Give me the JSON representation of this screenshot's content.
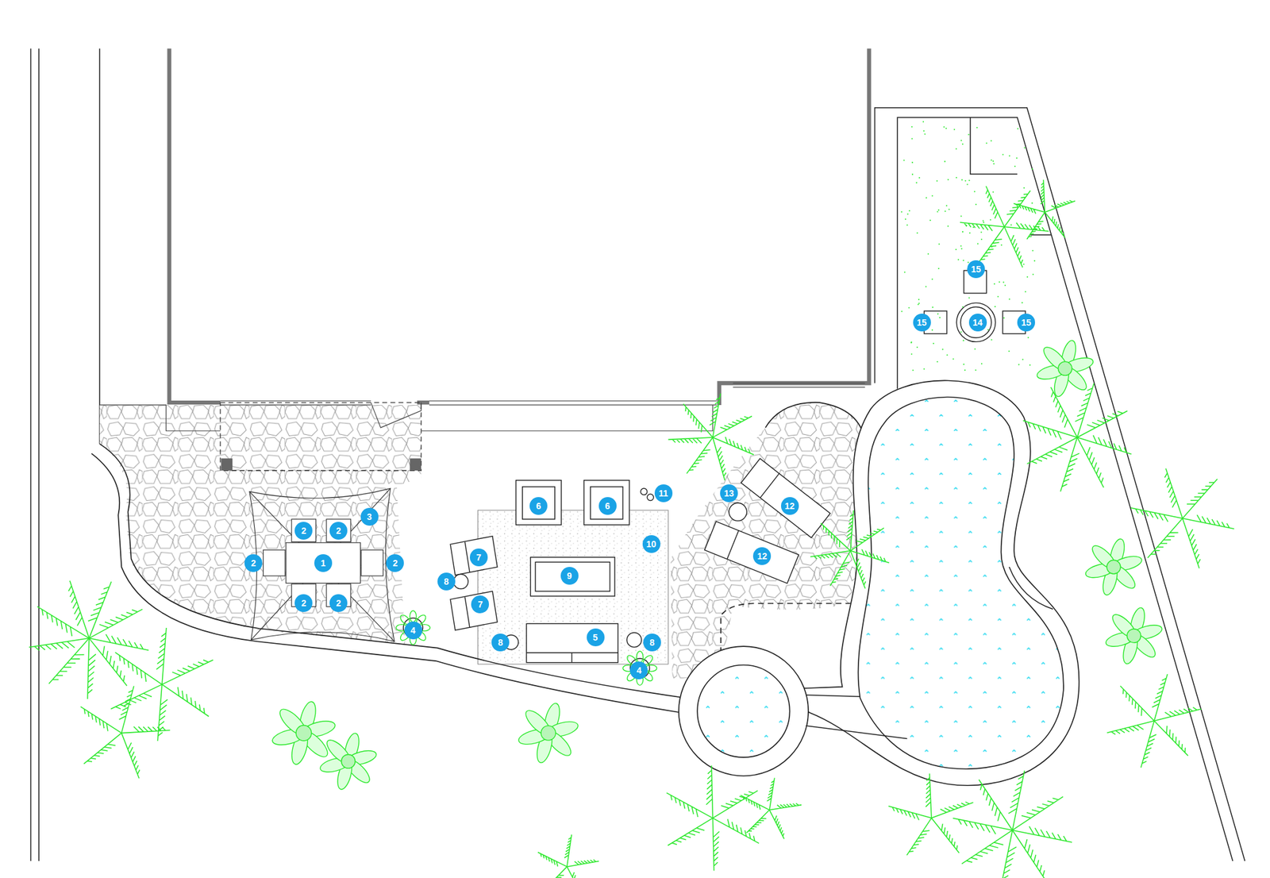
{
  "diagram": {
    "labels": [
      "15",
      "15",
      "14",
      "15",
      "11",
      "13",
      "6",
      "6",
      "12",
      "3",
      "2",
      "2",
      "10",
      "7",
      "12",
      "2",
      "1",
      "2",
      "9",
      "8",
      "7",
      "2",
      "2",
      "4",
      "5",
      "8",
      "8",
      "4"
    ]
  }
}
